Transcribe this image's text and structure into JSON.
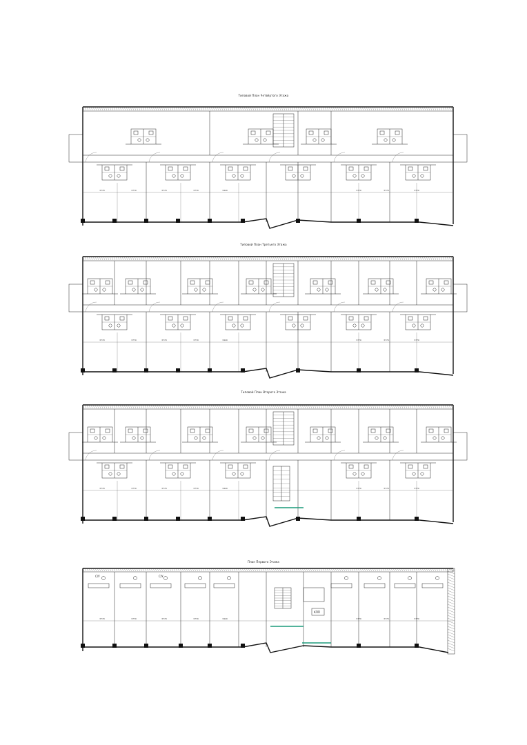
{
  "floors": [
    {
      "id": "f1",
      "title": "Типовой План Четвёртого Этажа"
    },
    {
      "id": "f2",
      "title": "Типовой План Третьего Этажа"
    },
    {
      "id": "f3",
      "title": "Типовой План Второго Этажа"
    },
    {
      "id": "f4",
      "title": "План Первого Этажа"
    }
  ],
  "room_labels": {
    "kpp": "КПП",
    "clv": "С/У"
  },
  "dims": [
    "3770",
    "3770",
    "3770",
    "3770",
    "3420",
    "3770",
    "3770",
    "3770"
  ],
  "colors": {
    "line": "#111111",
    "accent": "#1a9a7a"
  }
}
